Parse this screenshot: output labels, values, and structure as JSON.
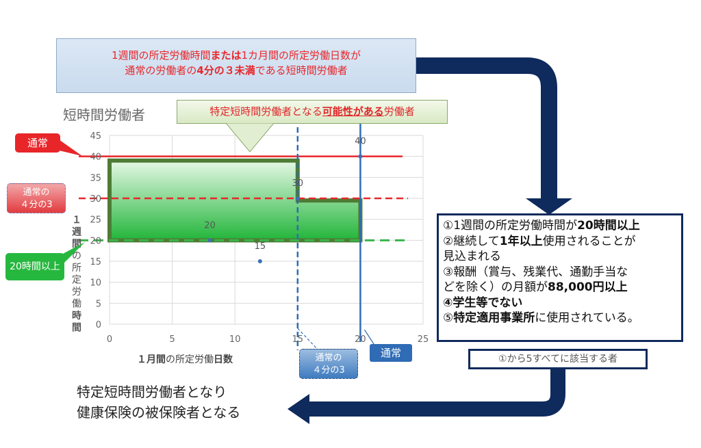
{
  "top_box": {
    "line1_a": "1週間の所定労働時間",
    "line1_b": "または",
    "line1_c": "1カ月間の所定労働日数が",
    "line2_a": "通常の労働者の",
    "line2_b": "4分の３未満",
    "line2_c": "である短時間労働者"
  },
  "possible_callout": {
    "prefix": "特定短時間労働者となる",
    "emph": "可能性がある",
    "suffix": "労働者"
  },
  "labels": {
    "normal": "通常",
    "three_quarters_line1": "通常の",
    "three_quarters_line2": "４分の3",
    "twenty_hours": "20時間以上",
    "normal_blue": "通常"
  },
  "conditions": {
    "c1_a": "①1週間の所定労働時間が",
    "c1_b": "20時間以上",
    "c2_a": "②継続して",
    "c2_b": "1年以上",
    "c2_c": "使用されることが",
    "c2_d": "見込まれる",
    "c3_a": "③報酬（賞与、残業代、通勤手当な",
    "c3_b": "どを除く）の月額が",
    "c3_c": "88,000円以上",
    "c4": "④学生等でない",
    "c5_a": "⑤",
    "c5_b": "特定適用事業所",
    "c5_c": "に使用されている。"
  },
  "all_box": "①から5すべてに該当する者",
  "result": {
    "line1": "特定短時間労働者となり",
    "line2": "健康保険の被保険者となる"
  },
  "chart_data": {
    "type": "scatter",
    "title": "短時間労働者",
    "xlabel_parts": [
      "１月間",
      "の所定労働",
      "日数"
    ],
    "ylabel_parts": [
      "１週間",
      "の所定労働",
      "時間"
    ],
    "xlim": [
      0,
      25
    ],
    "ylim": [
      0,
      45
    ],
    "x_ticks": [
      0,
      5,
      10,
      15,
      20,
      25
    ],
    "y_ticks": [
      0,
      5,
      10,
      15,
      20,
      25,
      30,
      35,
      40,
      45
    ],
    "grid": true,
    "points": [
      {
        "x": 8,
        "y": 20,
        "label": "20"
      },
      {
        "x": 12,
        "y": 15,
        "label": "15"
      },
      {
        "x": 15,
        "y": 30,
        "label": "30"
      },
      {
        "x": 20,
        "y": 40,
        "label": "40"
      }
    ],
    "hlines": [
      {
        "y": 40,
        "style": "solid",
        "color": "#e8262a"
      },
      {
        "y": 30,
        "style": "dashed",
        "color": "#e8262a"
      },
      {
        "y": 20,
        "style": "dashed",
        "color": "#39b54a"
      }
    ],
    "vlines": [
      {
        "x": 15,
        "style": "dashed",
        "color": "#2f6cb5"
      },
      {
        "x": 20,
        "style": "solid",
        "color": "#2f6cb5"
      }
    ],
    "region_polygon": [
      [
        0,
        39
      ],
      [
        15,
        39
      ],
      [
        15,
        29.5
      ],
      [
        20,
        29.5
      ],
      [
        20,
        20
      ],
      [
        0,
        20
      ]
    ],
    "colors": {
      "region_fill_top": "#e6f8e6",
      "region_fill_bottom": "#22b53a",
      "region_border": "#4e7b35"
    }
  }
}
